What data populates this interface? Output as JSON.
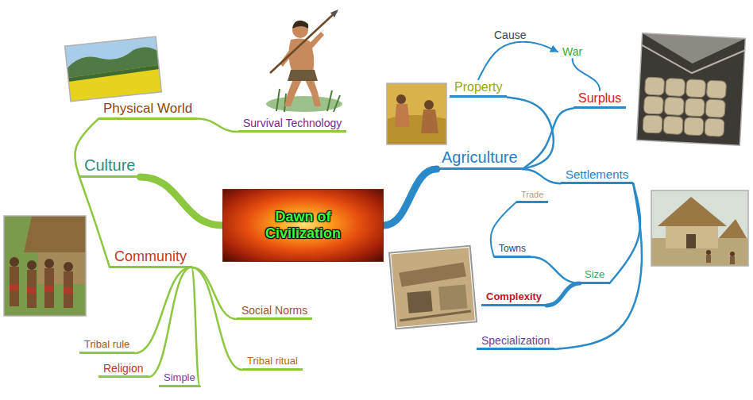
{
  "diagram": {
    "nodes": [
      {
        "text": [
          "Dawn of Civilization"
        ]
      },
      {
        "text": [
          "Culture"
        ]
      },
      {
        "text": [
          "Physical World"
        ]
      },
      {
        "text": [
          "Survival Technology"
        ]
      },
      {
        "text": [
          "Community"
        ]
      },
      {
        "text": [
          "Social Norms"
        ]
      },
      {
        "text": [
          "Tribal ritual"
        ]
      },
      {
        "text": [
          "Tribal rule"
        ]
      },
      {
        "text": [
          "Religion"
        ]
      },
      {
        "text": [
          "Simple"
        ]
      },
      {
        "text": [
          "Agriculture"
        ]
      },
      {
        "text": [
          "Property"
        ]
      },
      {
        "text": [
          "War"
        ]
      },
      {
        "text": [
          "Surplus"
        ]
      },
      {
        "text": [
          "Settlements"
        ]
      },
      {
        "text": [
          "Size"
        ]
      },
      {
        "text": [
          "Towns"
        ]
      },
      {
        "text": [
          "Trade"
        ]
      },
      {
        "text": [
          "Complexity"
        ]
      },
      {
        "text": [
          "Specialization"
        ]
      }
    ],
    "edges": [
      {
        "from": 0,
        "to": 1,
        "arrow": "none"
      },
      {
        "from": 1,
        "to": 2,
        "arrow": "none"
      },
      {
        "from": 2,
        "to": 3,
        "arrow": "none"
      },
      {
        "from": 1,
        "to": 4,
        "arrow": "none"
      },
      {
        "from": 4,
        "to": 5,
        "arrow": "none"
      },
      {
        "from": 4,
        "to": 6,
        "arrow": "none"
      },
      {
        "from": 4,
        "to": 7,
        "arrow": "none"
      },
      {
        "from": 4,
        "to": 8,
        "arrow": "none"
      },
      {
        "from": 4,
        "to": 9,
        "arrow": "none"
      },
      {
        "from": 0,
        "to": 10,
        "arrow": "none"
      },
      {
        "from": 10,
        "to": 11,
        "arrow": "none"
      },
      {
        "from": 10,
        "to": 13,
        "arrow": "none"
      },
      {
        "from": 10,
        "to": 14,
        "arrow": "none"
      },
      {
        "from": 11,
        "to": 12,
        "label": "Cause",
        "arrow": "to"
      },
      {
        "from": 12,
        "to": 13,
        "arrow": "none"
      },
      {
        "from": 14,
        "to": 15,
        "arrow": "none"
      },
      {
        "from": 15,
        "to": 16,
        "arrow": "none"
      },
      {
        "from": 16,
        "to": 17,
        "arrow": "none"
      },
      {
        "from": 15,
        "to": 18,
        "arrow": "none"
      },
      {
        "from": 14,
        "to": 19,
        "arrow": "none"
      }
    ]
  }
}
